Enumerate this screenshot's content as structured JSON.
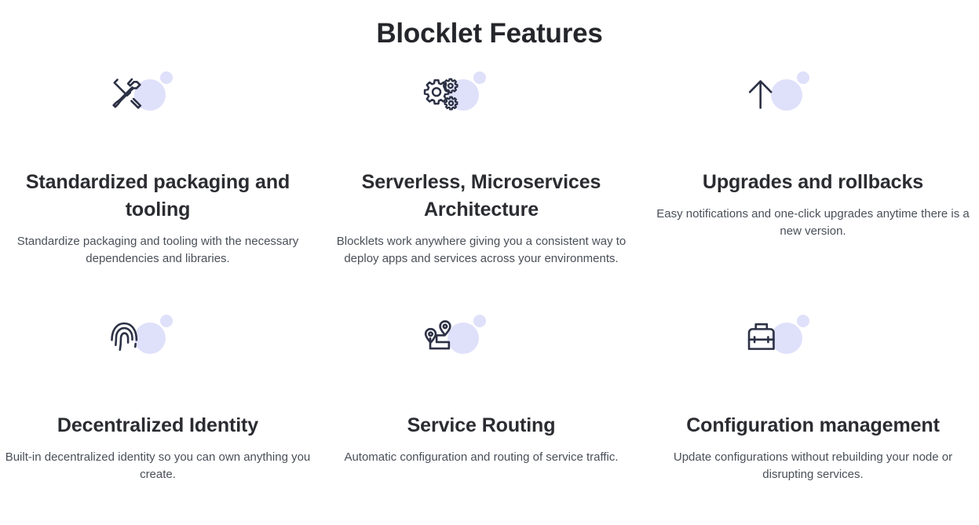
{
  "heading": "Blocklet Features",
  "colors": {
    "heading_text": "#25262b",
    "feature_title_text": "#2b2c31",
    "feature_desc_text": "#4a4f58",
    "icon_stroke": "#2c3145",
    "decor_circle": "#dfe0fa",
    "background": "#ffffff"
  },
  "features": [
    {
      "icon": "tools-icon",
      "title": "Standardized packaging and tooling",
      "description": "Standardize packaging and tooling with the necessary dependencies and libraries."
    },
    {
      "icon": "gears-icon",
      "title": "Serverless, Microservices Architecture",
      "description": "Blocklets work anywhere giving you a consistent way to deploy apps and services across your environments."
    },
    {
      "icon": "arrow-up-icon",
      "title": "Upgrades and rollbacks",
      "description": "Easy notifications and one-click upgrades anytime there is a new version."
    },
    {
      "icon": "fingerprint-icon",
      "title": "Decentralized Identity",
      "description": "Built-in decentralized identity so you can own anything you create."
    },
    {
      "icon": "route-pins-icon",
      "title": "Service Routing",
      "description": "Automatic configuration and routing of service traffic."
    },
    {
      "icon": "toolbox-icon",
      "title": "Configuration management",
      "description": "Update configurations without rebuilding your node or disrupting services."
    }
  ]
}
